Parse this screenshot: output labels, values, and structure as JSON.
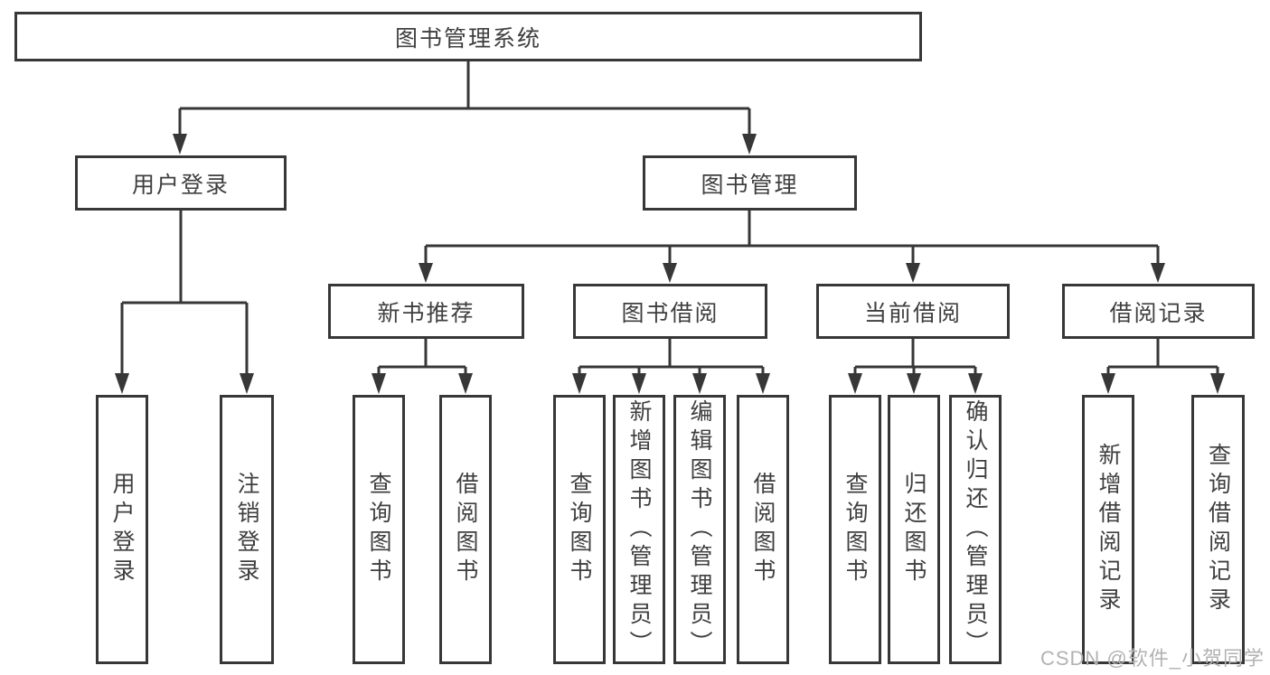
{
  "diagram": {
    "root": {
      "label": "图书管理系统"
    },
    "user_login": {
      "label": "用户登录",
      "children": [
        {
          "label": "用户登录"
        },
        {
          "label": "注销登录"
        }
      ]
    },
    "book_mgmt": {
      "label": "图书管理",
      "children": [
        {
          "label": "新书推荐",
          "children": [
            {
              "label": "查询图书"
            },
            {
              "label": "借阅图书"
            }
          ]
        },
        {
          "label": "图书借阅",
          "children": [
            {
              "label": "查询图书"
            },
            {
              "label": "新增图书（管理员）"
            },
            {
              "label": "编辑图书（管理员）"
            },
            {
              "label": "借阅图书"
            }
          ]
        },
        {
          "label": "当前借阅",
          "children": [
            {
              "label": "查询图书"
            },
            {
              "label": "归还图书"
            },
            {
              "label": "确认归还（管理员）"
            }
          ]
        },
        {
          "label": "借阅记录",
          "children": [
            {
              "label": "新增借阅记录"
            },
            {
              "label": "查询借阅记录"
            }
          ]
        }
      ]
    }
  },
  "watermark": {
    "text": "CSDN @软件_小贺同学"
  },
  "colors": {
    "line": "#373737",
    "text": "#3f3f3f",
    "background": "#ffffff",
    "watermark": "#b2b2b2"
  }
}
